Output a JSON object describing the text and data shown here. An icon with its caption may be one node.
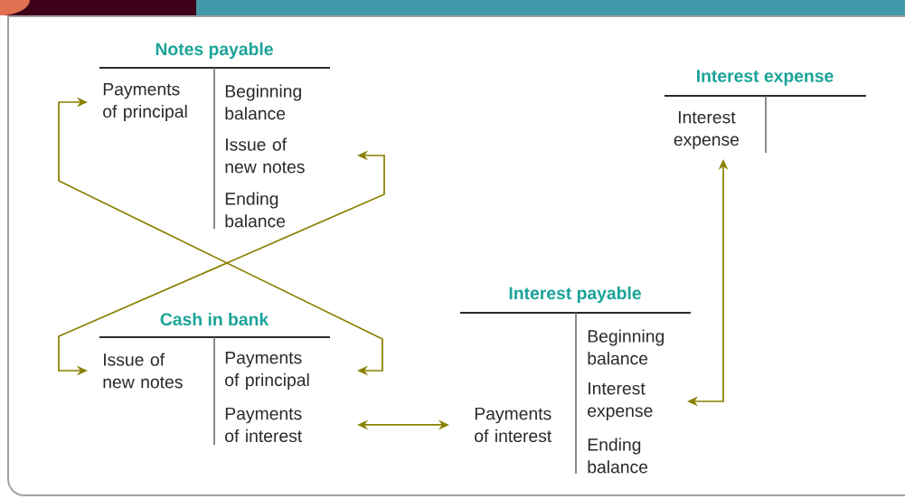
{
  "diagram": {
    "nodes": [
      {
        "text": [
          "Payments of principal"
        ]
      },
      {
        "text": [
          "Issue of new notes"
        ]
      },
      {
        "text": [
          "Interest expense"
        ]
      },
      {
        "text": [
          "Interest expense"
        ]
      },
      {
        "text": [
          "Issue of new notes"
        ]
      },
      {
        "text": [
          "Payments of principal"
        ]
      },
      {
        "text": [
          "Payments of interest"
        ]
      },
      {
        "text": [
          "Payments of interest"
        ]
      }
    ],
    "edges": [
      {
        "from": 5,
        "to": 0,
        "arrow": "both"
      },
      {
        "from": 1,
        "to": 4,
        "arrow": "both"
      },
      {
        "from": 6,
        "to": 7,
        "arrow": "both"
      },
      {
        "from": 3,
        "to": 2,
        "arrow": "both"
      }
    ],
    "labels": [
      "Notes payable",
      "Beginning balance",
      "Interest expense",
      "Ending balance",
      "Interest payable",
      "Cash in bank",
      "Beginning balance",
      "Ending balance"
    ]
  }
}
